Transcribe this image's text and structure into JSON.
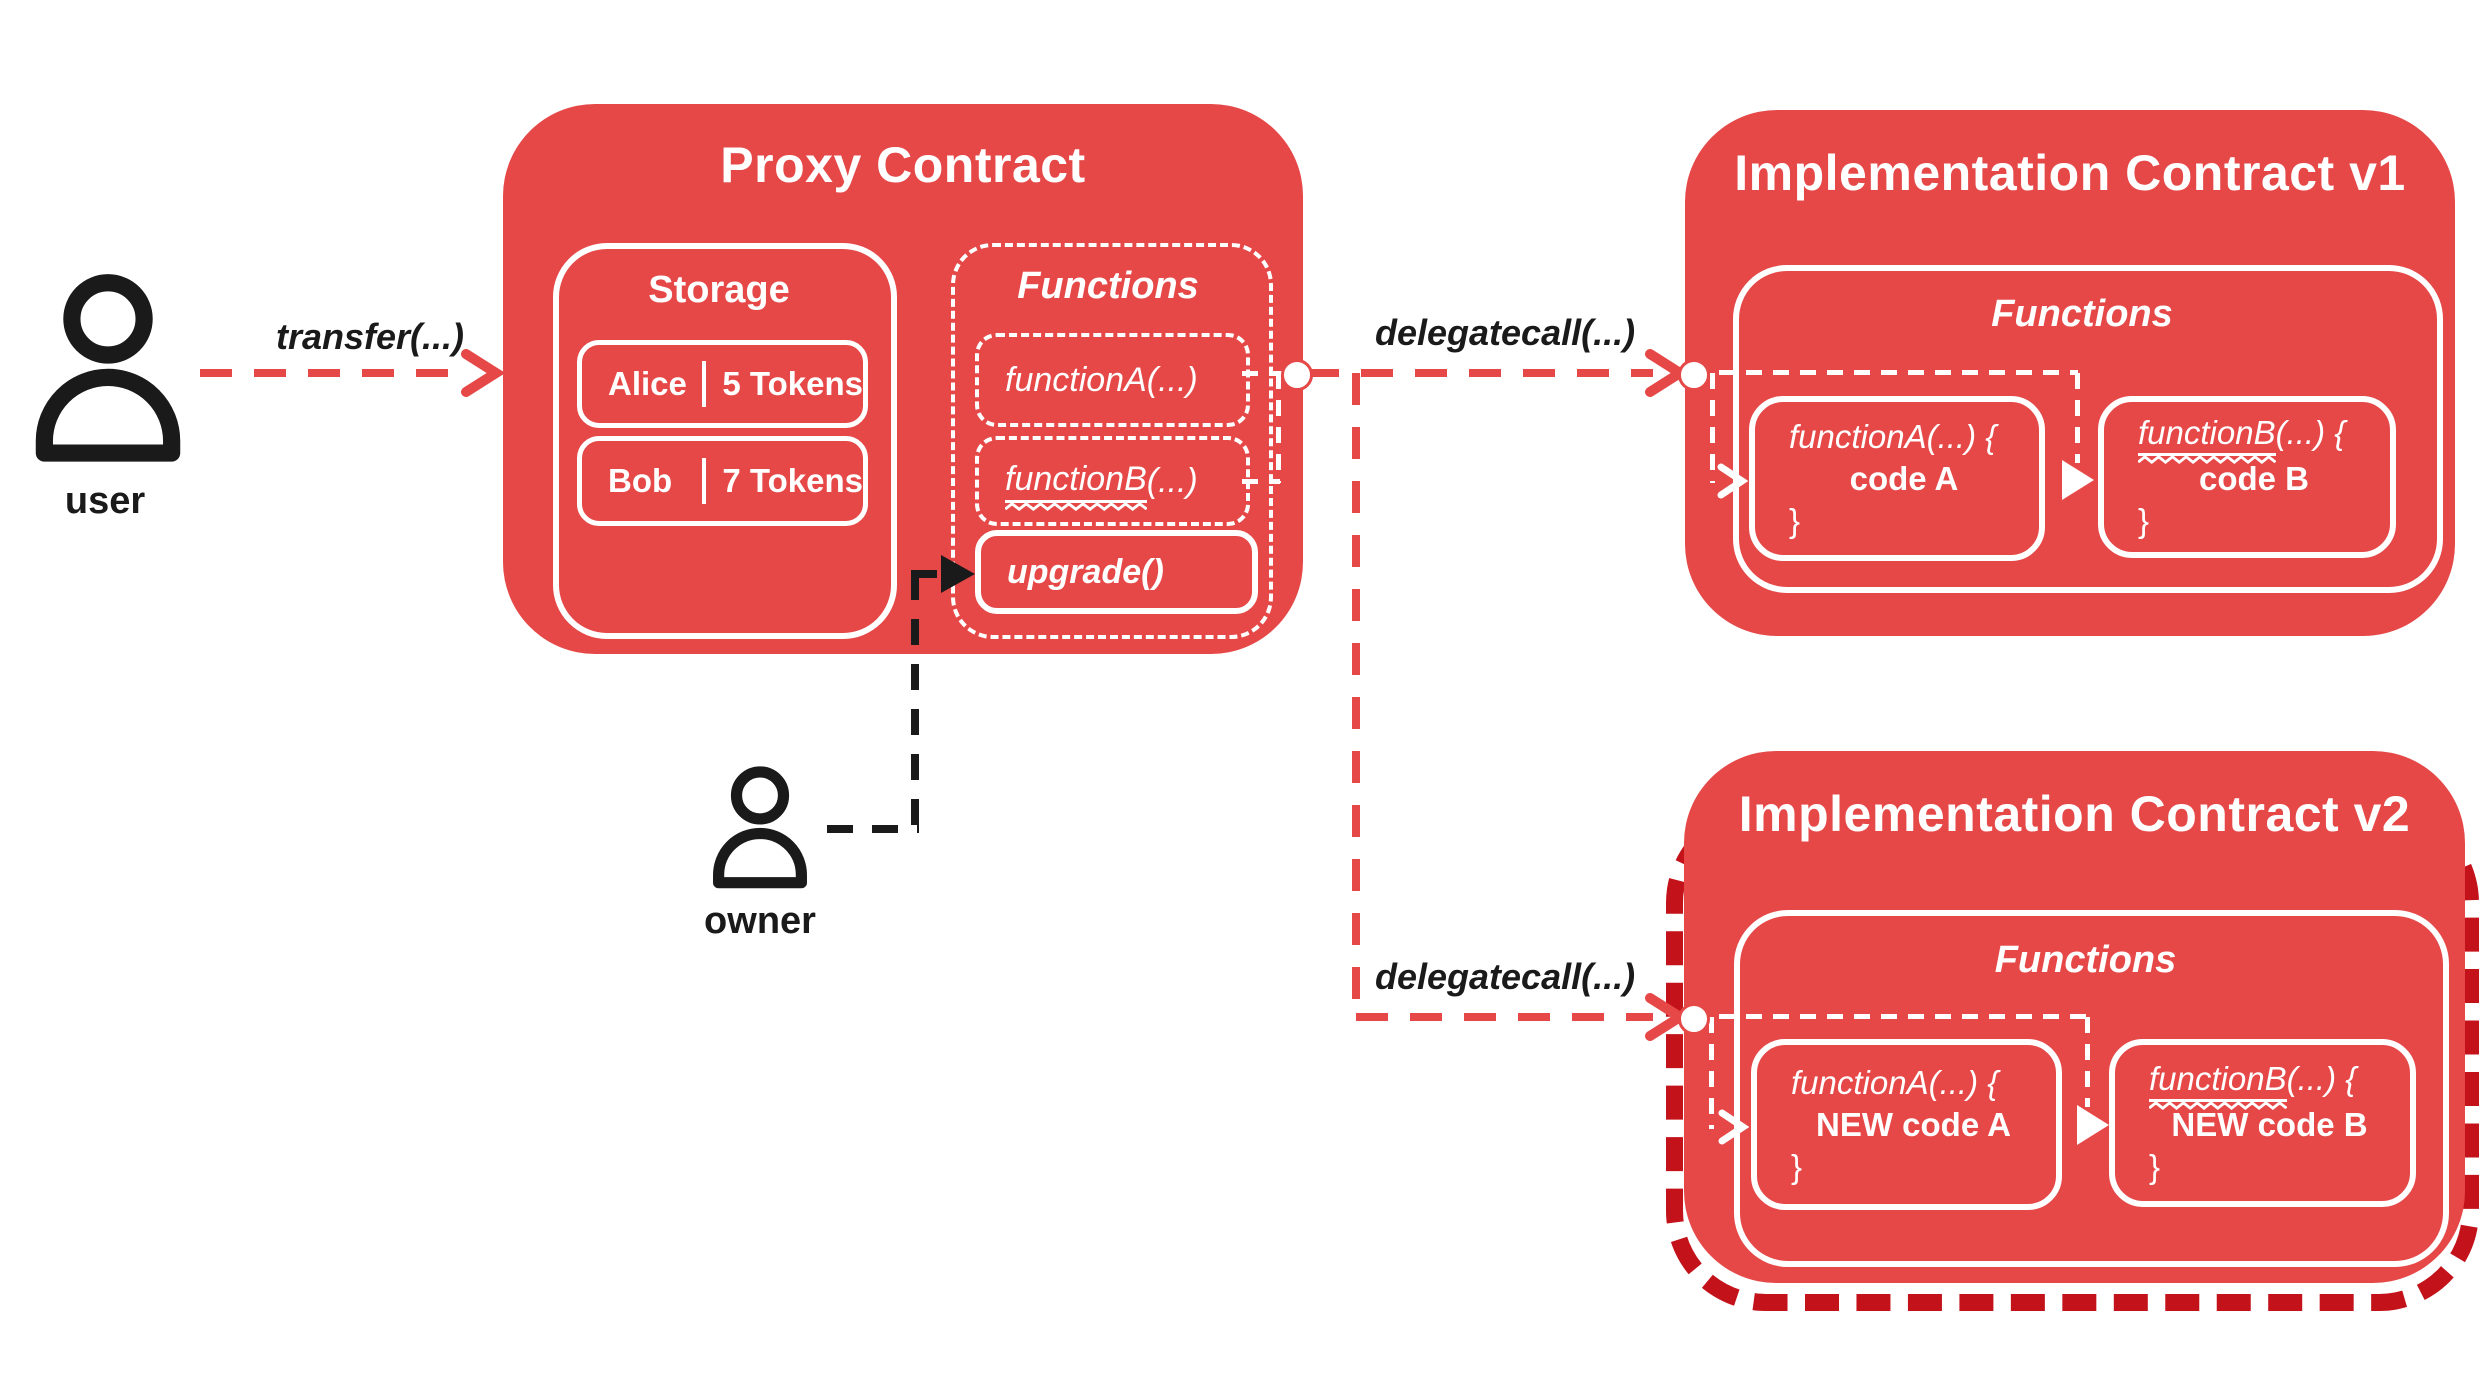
{
  "colors": {
    "red": "#e64848",
    "dark_red": "#c3121a",
    "black": "#1a1a1a",
    "white": "#ffffff"
  },
  "user": {
    "label": "user"
  },
  "owner": {
    "label": "owner"
  },
  "calls": {
    "transfer": "transfer(...)",
    "delegatecallV1": "delegatecall(...)",
    "delegatecallV2": "delegatecall(...)"
  },
  "proxy": {
    "title": "Proxy Contract",
    "storage": {
      "title": "Storage",
      "rows": [
        {
          "name": "Alice",
          "amount": "5 Tokens"
        },
        {
          "name": "Bob",
          "amount": "7 Tokens"
        }
      ]
    },
    "functions": {
      "title": "Functions",
      "functionA": "functionA(...)",
      "functionBName": "functionB",
      "functionBArgs": "(...)",
      "upgrade": "upgrade()"
    }
  },
  "implV1": {
    "title": "Implementation Contract v1",
    "functionsTitle": "Functions",
    "functionA": {
      "signature": "functionA(...) {",
      "body": "code A",
      "close": "}"
    },
    "functionB": {
      "name": "functionB",
      "rest": "(...) {",
      "body": "code B",
      "close": "}"
    }
  },
  "implV2": {
    "title": "Implementation Contract v2",
    "functionsTitle": "Functions",
    "functionA": {
      "signature": "functionA(...) {",
      "body": "NEW code A",
      "close": "}"
    },
    "functionB": {
      "name": "functionB",
      "rest": "(...) {",
      "body": "NEW code B",
      "close": "}"
    }
  }
}
